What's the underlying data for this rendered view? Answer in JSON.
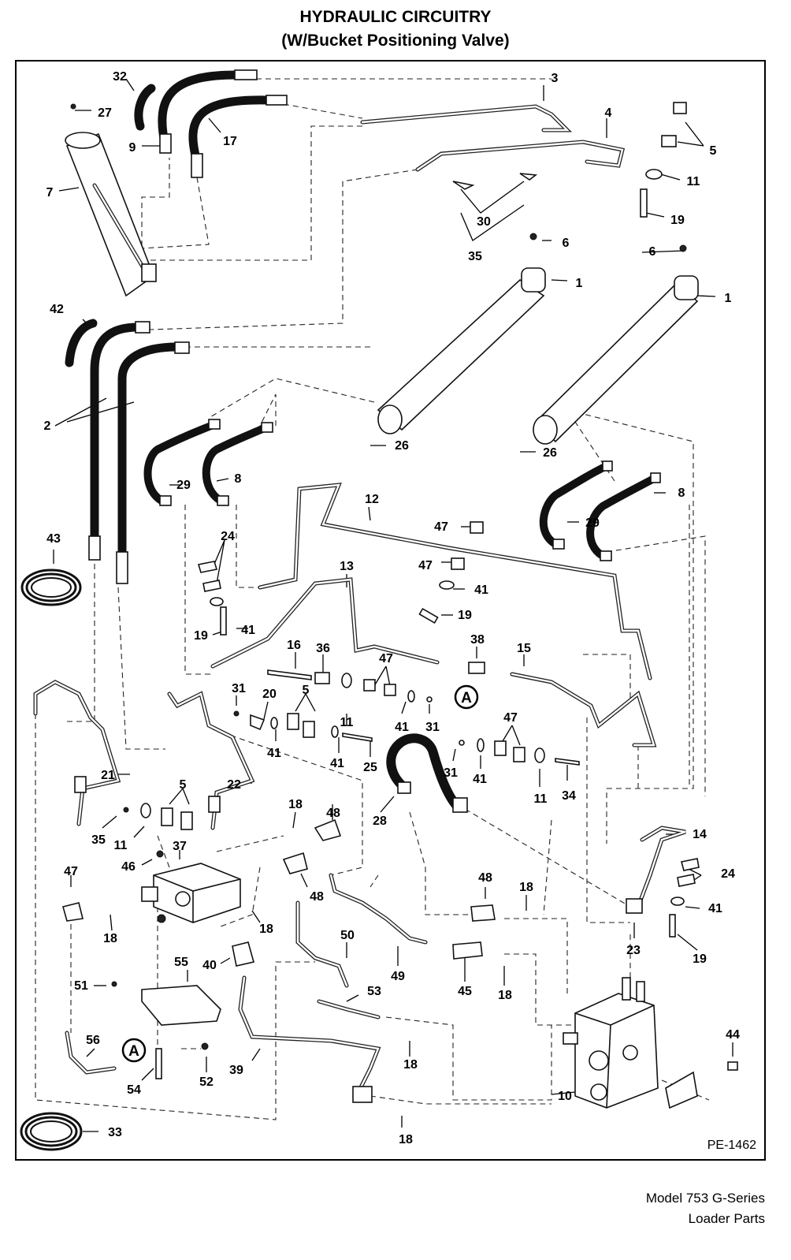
{
  "title_line1": "HYDRAULIC CIRCUITRY",
  "title_line2": "(W/Bucket Positioning Valve)",
  "reference_code": "PE-1462",
  "footer_line1": "Model 753 G-Series",
  "footer_line2": "Loader Parts",
  "detail_marker": "A",
  "callouts": {
    "n1": "1",
    "n2": "2",
    "n3": "3",
    "n4": "4",
    "n5": "5",
    "n6": "6",
    "n7": "7",
    "n8": "8",
    "n9": "9",
    "n10": "10",
    "n11": "11",
    "n12": "12",
    "n13": "13",
    "n14": "14",
    "n15": "15",
    "n16": "16",
    "n17": "17",
    "n18": "18",
    "n19": "19",
    "n20": "20",
    "n21": "21",
    "n22": "22",
    "n23": "23",
    "n24": "24",
    "n25": "25",
    "n26": "26",
    "n27": "27",
    "n28": "28",
    "n29": "29",
    "n30": "30",
    "n31": "31",
    "n32": "32",
    "n33": "33",
    "n34": "34",
    "n35": "35",
    "n36": "36",
    "n37": "37",
    "n38": "38",
    "n39": "39",
    "n40": "40",
    "n41": "41",
    "n42": "42",
    "n43": "43",
    "n44": "44",
    "n45": "45",
    "n46": "46",
    "n47": "47",
    "n48": "48",
    "n49": "49",
    "n50": "50",
    "n51": "51",
    "n52": "52",
    "n53": "53",
    "n54": "54",
    "n55": "55",
    "n56": "56"
  }
}
